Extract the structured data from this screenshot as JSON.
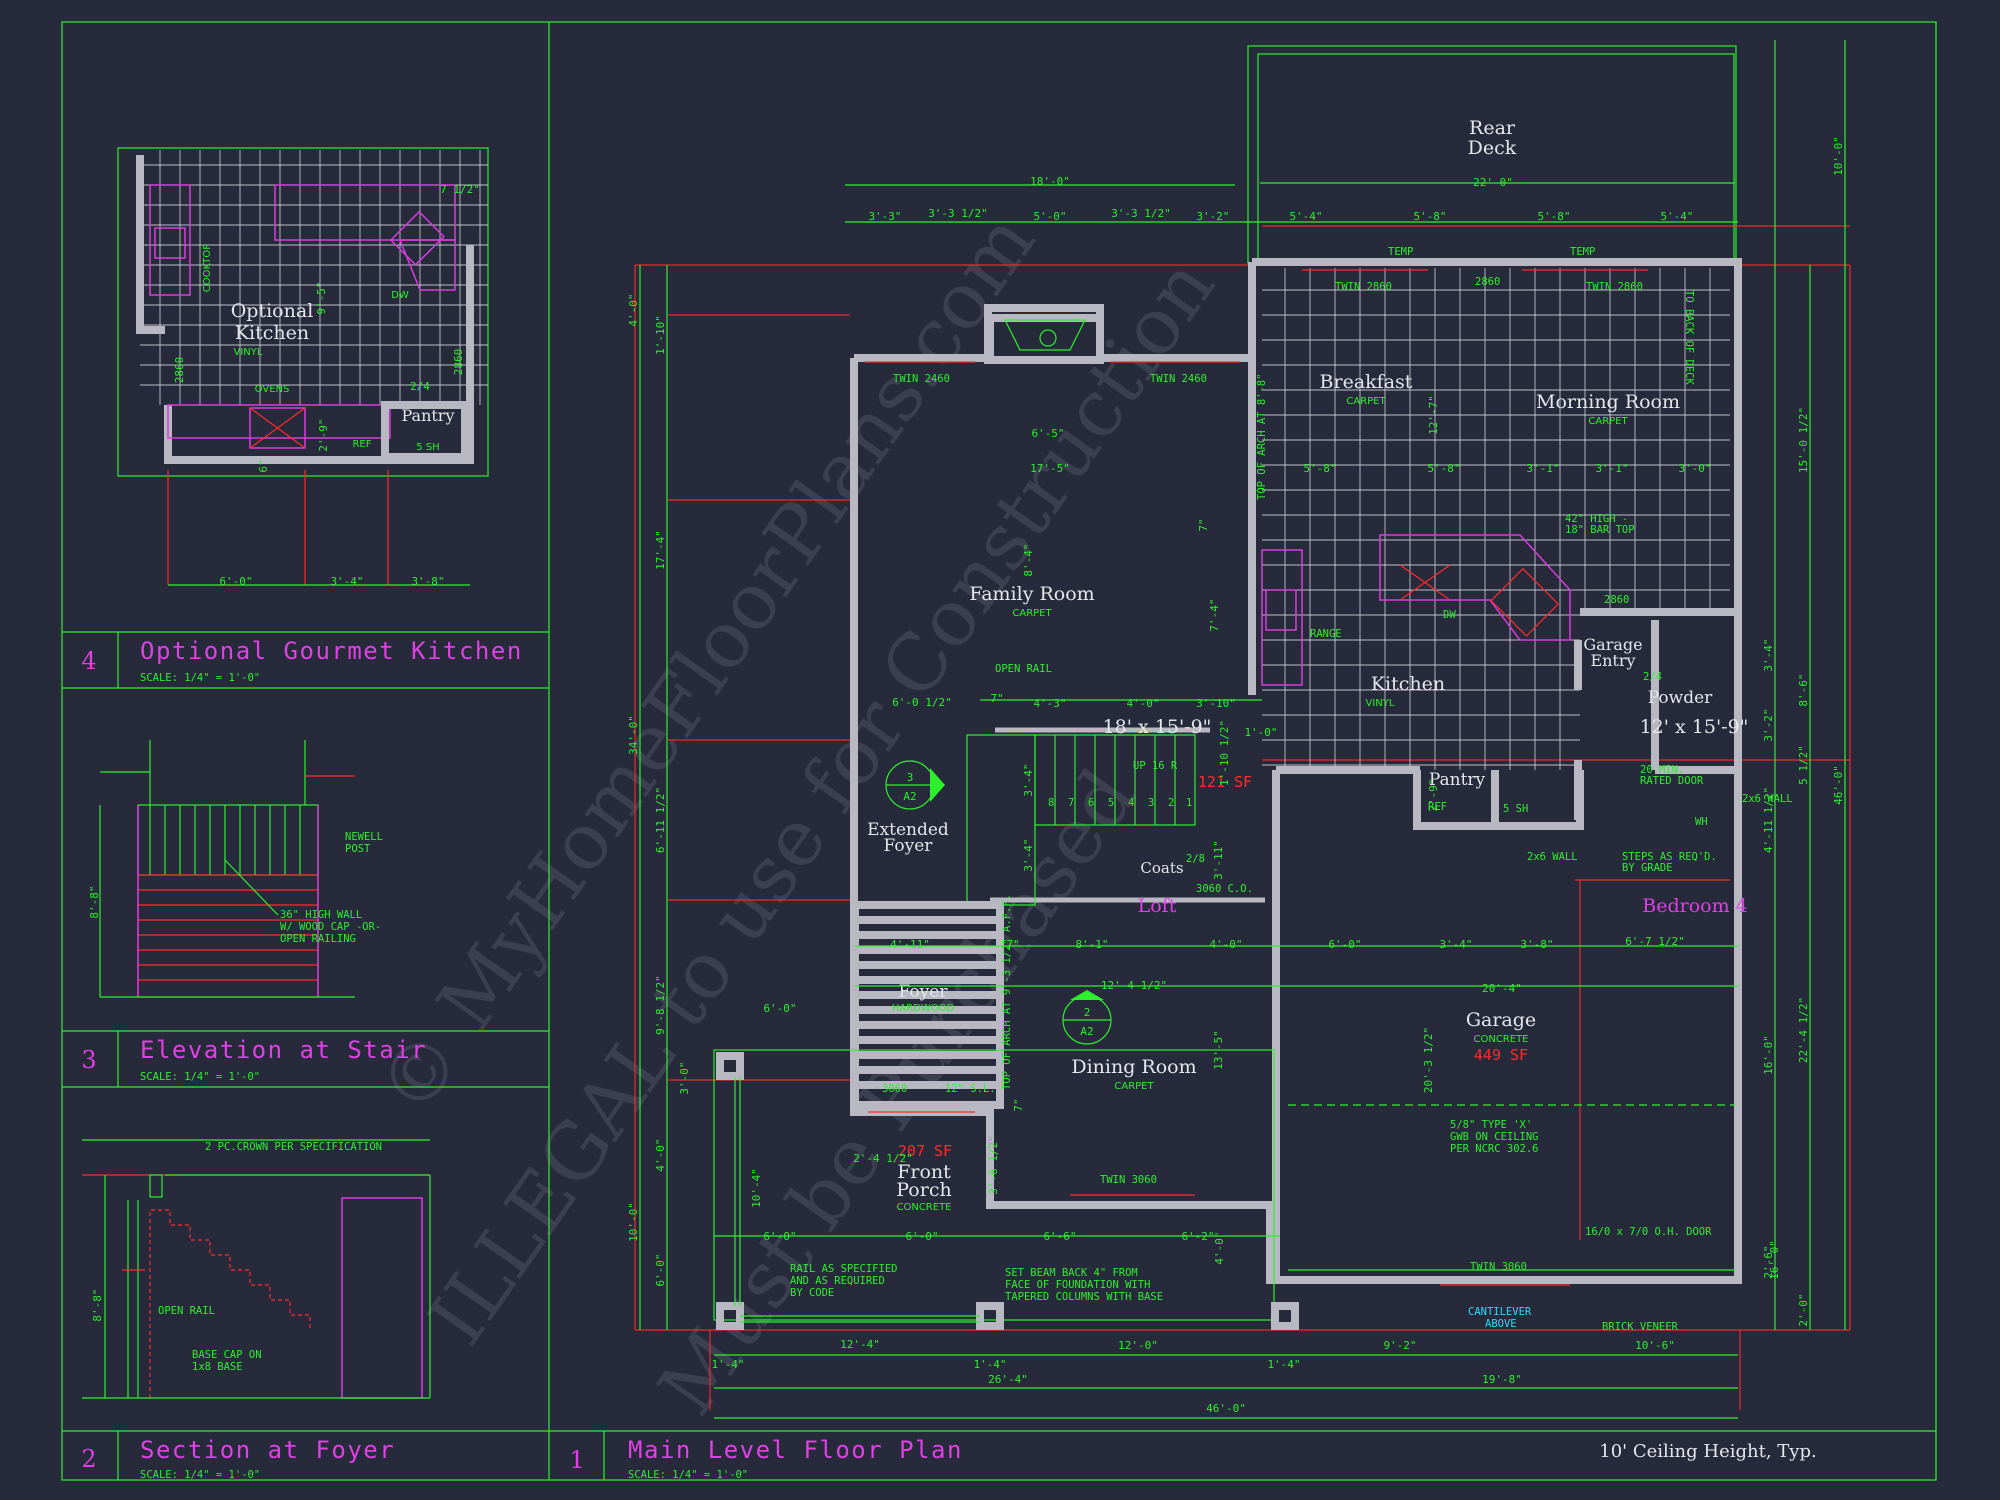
{
  "colors": {
    "background": "#262a3b",
    "dimension_green": "#2cf02c",
    "wall_grey": "#b8b8c2",
    "title_magenta": "#e040e6",
    "red": "#ff2a2a"
  },
  "main_plan": {
    "number": "1",
    "title": "Main Level Floor Plan",
    "scale": "SCALE: 1/4\" = 1'-0\"",
    "ceiling_note": "10' Ceiling Height, Typ.",
    "rooms": {
      "rear_deck_1": "Rear",
      "rear_deck_2": "Deck",
      "breakfast": "Breakfast",
      "breakfast_floor": "CARPET",
      "morning_room": "Morning Room",
      "morning_floor": "CARPET",
      "family_room": "Family Room",
      "family_floor": "CARPET",
      "family_size": "18' x 15'-9\"",
      "kitchen": "Kitchen",
      "kitchen_floor": "VINYL",
      "garage_entry_1": "Garage",
      "garage_entry_2": "Entry",
      "powder": "Powder",
      "powder_size": "12' x 15'-9\"",
      "pantry": "Pantry",
      "extended_foyer_1": "Extended",
      "extended_foyer_2": "Foyer",
      "coats": "Coats",
      "loft": "Loft",
      "bedroom4": "Bedroom 4",
      "foyer": "Foyer",
      "foyer_floor": "HARDWOOD",
      "dining_room": "Dining Room",
      "dining_floor": "CARPET",
      "garage": "Garage",
      "garage_floor": "CONCRETE",
      "garage_sf": "449 SF",
      "front_porch_1": "Front",
      "front_porch_2": "Porch",
      "porch_floor": "CONCRETE",
      "porch_sf": "207 SF",
      "foyer_sf": "121 SF"
    },
    "labels": {
      "temp1": "TEMP",
      "temp2": "TEMP",
      "twin2860a": "TWIN 2860",
      "twin2860b": "TWIN 2860",
      "w2860": "2860",
      "twin2460a": "TWIN 2460",
      "twin2460b": "TWIN 2460",
      "twin3060a": "TWIN 3060",
      "twin3060b": "TWIN 3060",
      "range": "RANGE",
      "dw": "DW",
      "bar_top_1": "42\" HIGH -",
      "bar_top_2": "18\" BAR TOP",
      "open_rail": "OPEN RAIL",
      "up": "UP 16 R",
      "stairs": [
        "8",
        "7",
        "6",
        "5",
        "4",
        "3",
        "2",
        "1"
      ],
      "ref": "REF",
      "sh": "5 SH",
      "wall2x6": "2x6 WALL",
      "wall2x6b": "2x6 WALL",
      "wh": "WH",
      "rated1": "20 MIN.",
      "rated2": "RATED DOOR",
      "steps1": "STEPS AS REQ'D.",
      "steps2": "BY GRADE",
      "gwb1": "5/8\" TYPE 'X'",
      "gwb2": "GWB ON CEILING",
      "gwb3": "PER NCRC 302.6",
      "ohdoor": "16/0 x 7/0 O.H. DOOR",
      "cant1": "CANTILEVER",
      "cant2": "ABOVE",
      "brick": "BRICK VENEER",
      "rail1": "RAIL AS SPECIFIED",
      "rail2": "AND AS REQUIRED",
      "rail3": "BY CODE",
      "beam1": "SET BEAM BACK 4\" FROM",
      "beam2": "FACE OF FOUNDATION WITH",
      "beam3": "TAPERED COLUMNS WITH BASE",
      "door3060": "3060",
      "door3060co": "3060 C.O.",
      "sl": "12\" S.L.",
      "door28": "2/8",
      "door24": "2/4",
      "door2860": "2860",
      "tag3": "3",
      "tag3s": "A2",
      "tag2": "2",
      "tag2s": "A2",
      "back_of_deck": "TO BACK OF DECK",
      "arch1": "TOP OF ARCH AT 8'-8\"",
      "arch2": "TOP OF ARCH AT 9'-3 1/2\" A.F.F."
    },
    "dims_top_outer": "18'-0\"",
    "dims_deck": "22'-0\"",
    "dims_top": [
      "3'-3\"",
      "3'-3 1/2\"",
      "5'-0\"",
      "3'-3 1/2\"",
      "3'-2\"",
      "5'-4\"",
      "5'-8\"",
      "5'-8\"",
      "5'-4\""
    ],
    "dims_mid": [
      "6'-0 1/2\"",
      "7\"",
      "4'-3\"",
      "4'-0\"",
      "3'-10\"",
      "1'-0\""
    ],
    "dims_row2": [
      "4'-11\"",
      "7\"",
      "8'-1\"",
      "4'-0\"",
      "6'-0\"",
      "3'-4\"",
      "3'-8\"",
      "6'-7 1/2\""
    ],
    "dims_row3": [
      "12'-4 1/2\"",
      "20'-4\""
    ],
    "dims_porch": [
      "6'-0\"",
      "6'-0\"",
      "6'-6\"",
      "6'-2\""
    ],
    "dims_bottom": [
      "1'-4\"",
      "12'-4\"",
      "1'-4\"",
      "12'-0\"",
      "1'-4\"",
      "9'-2\"",
      "10'-6\""
    ],
    "dims_total": [
      "26'-4\"",
      "19'-8\"",
      "46'-0\""
    ],
    "dims_fam": [
      "17'-5\"",
      "6'-5\""
    ],
    "dims_kitchen": [
      "5'-8\"",
      "5'-8\"",
      "3'-1\"",
      "3'-1\"",
      "3'-0\""
    ],
    "dims_left": [
      "4'-0\"",
      "1'-10\"",
      "17'-4\"",
      "6'-11 1/2\"",
      "9'-8 1/2\"",
      "4'-0\"",
      "10'-0\"",
      "6'-0\"",
      "34'-0\""
    ],
    "dims_right": [
      "10'-0\"",
      "15'-0 1/2\"",
      "3'-4\"",
      "8'-6\"",
      "3'-2\"",
      "4'-11 1/2\"",
      "5 1/2\"",
      "16'-0\"",
      "22'-4 1/2\"",
      "2'-6\"",
      "2'-0\"",
      "46'-0\""
    ],
    "dims_misc": [
      "8'-4\"",
      "7\"",
      "7'-4\"",
      "16'-0\"",
      "1'-10 1/2\"",
      "3'-4\"",
      "3'-4\"",
      "3'-11\"",
      "13'-5\"",
      "7\"",
      "3'-6 1/2\"",
      "20'-3 1/2\"",
      "12'-7\"",
      "2'-9\"",
      "2'-4 1/2\"",
      "10'-4\"",
      "3'-0\"",
      "4'-0\""
    ]
  },
  "detail_kitchen": {
    "number": "4",
    "title": "Optional Gourmet Kitchen",
    "scale": "SCALE: 1/4\" = 1'-0\"",
    "room_1": "Optional",
    "room_2": "Kitchen",
    "floor": "VINYL",
    "pantry": "Pantry",
    "sh": "5 SH",
    "ref": "REF",
    "ovens": "OVENS",
    "cooktop": "COOKTOP",
    "dw": "DW",
    "dims": [
      "6'-0\"",
      "3'-4\"",
      "3'-8\"",
      "7 1/2\"",
      "2/4",
      "2860",
      "2860",
      "2'-9\"",
      "9'-5\"",
      "6\""
    ]
  },
  "detail_stair": {
    "number": "3",
    "title": "Elevation at Stair",
    "scale": "SCALE: 1/4\" = 1'-0\"",
    "newell_1": "NEWELL",
    "newell_2": "POST",
    "wall_1": "36\" HIGH WALL",
    "wall_2": "W/ WOOD CAP -OR-",
    "wall_3": "OPEN RAILING",
    "height": "8'-8\""
  },
  "detail_section": {
    "number": "2",
    "title": "Section at Foyer",
    "scale": "SCALE: 1/4\" = 1'-0\"",
    "crown": "2 PC.CROWN PER SPECIFICATION",
    "open_rail": "OPEN RAIL",
    "base_1": "BASE CAP ON",
    "base_2": "1x8 BASE",
    "height": "8'-8\""
  },
  "watermark": {
    "line1": "© MyHomeFloorPlans.com",
    "line2": "ILLEGAL to use for Construction",
    "line3": "Must be Purchased"
  }
}
